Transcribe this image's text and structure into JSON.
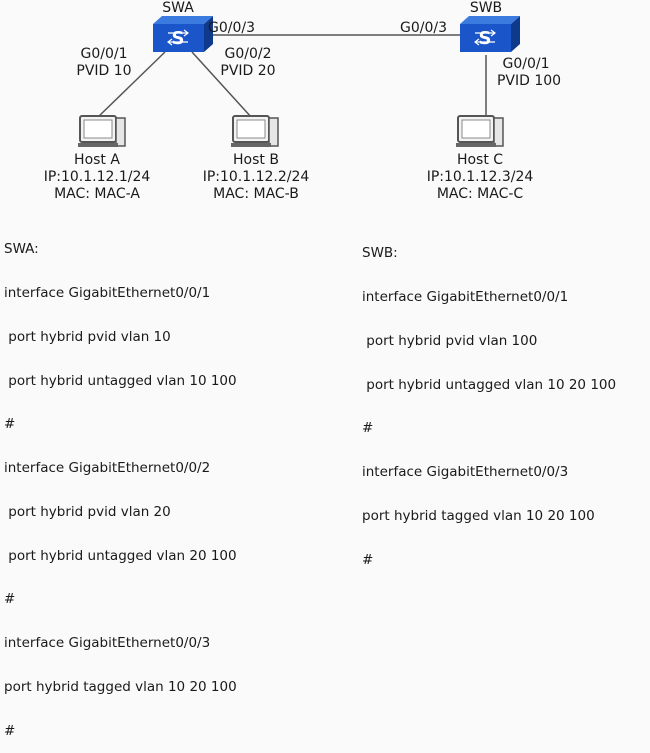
{
  "switches": {
    "swa": {
      "name": "SWA",
      "icon": "switch-icon",
      "port_g003": "G0/0/3"
    },
    "swb": {
      "name": "SWB",
      "icon": "switch-icon",
      "port_g003": "G0/0/3"
    }
  },
  "links": {
    "host_a": {
      "port": "G0/0/1",
      "pvid": "PVID 10"
    },
    "host_b": {
      "port": "G0/0/2",
      "pvid": "PVID 20"
    },
    "host_c": {
      "port": "G0/0/1",
      "pvid": "PVID 100"
    }
  },
  "hosts": [
    {
      "name": "Host A",
      "ip": "IP:10.1.12.1/24",
      "mac": "MAC:  MAC-A",
      "icon": "computer-icon"
    },
    {
      "name": "Host B",
      "ip": "IP:10.1.12.2/24",
      "mac": "MAC:  MAC-B",
      "icon": "computer-icon"
    },
    {
      "name": "Host C",
      "ip": "IP:10.1.12.3/24",
      "mac": "MAC:  MAC-C",
      "icon": "computer-icon"
    }
  ],
  "config_swa": {
    "title": "SWA:",
    "lines": [
      "interface GigabitEthernet0/0/1",
      " port hybrid pvid vlan 10",
      " port hybrid untagged vlan 10 100",
      "#",
      "interface GigabitEthernet0/0/2",
      " port hybrid pvid vlan 20",
      " port hybrid untagged vlan 20 100",
      "#",
      "interface GigabitEthernet0/0/3",
      "port hybrid tagged vlan 10 20 100",
      "#"
    ]
  },
  "config_swb": {
    "title": "SWB:",
    "lines": [
      "interface GigabitEthernet0/0/1",
      " port hybrid pvid vlan 100",
      " port hybrid untagged vlan 10 20 100",
      "#",
      "interface GigabitEthernet0/0/3",
      "port hybrid tagged vlan 10 20 100",
      "#"
    ]
  },
  "colors": {
    "switch_fill": "#1a56c9",
    "switch_dark": "#0f3a8c",
    "monitor": "#5a5a5a"
  }
}
